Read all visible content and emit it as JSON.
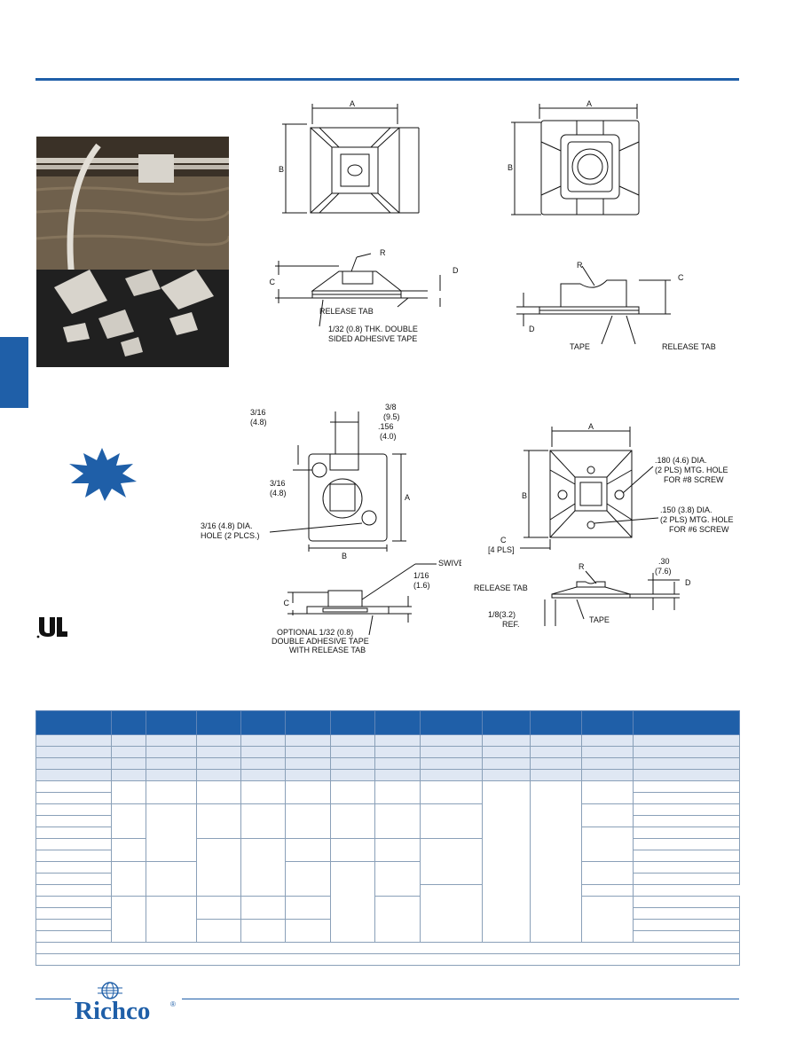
{
  "colors": {
    "accent": "#1f5fa8",
    "band": "#dfe7f3",
    "ink": "#111111"
  },
  "drawings": {
    "top_left": {
      "dim_a": "A",
      "dim_b": "B",
      "dim_c": "C",
      "dim_d": "D",
      "dim_r": "R",
      "release_tab": "RELEASE TAB",
      "tape_line1": "1/32 (0.8) THK. DOUBLE",
      "tape_line2": "SIDED ADHESIVE TAPE"
    },
    "top_right": {
      "dim_a": "A",
      "dim_b": "B",
      "dim_c": "C",
      "dim_d": "D",
      "dim_r": "R",
      "tape": "TAPE",
      "release_tab": "RELEASE TAB"
    },
    "bottom_left": {
      "dim_316_a": "3/16",
      "dim_316_a_mm": "(4.8)",
      "dim_38": "3/8",
      "dim_38_mm": "(9.5)",
      "dim_156": ".156",
      "dim_156_mm": "(4.0)",
      "dim_316_b": "3/16",
      "dim_316_b_mm": "(4.8)",
      "hole_line1": "3/16 (4.8) DIA.",
      "hole_line2": "HOLE (2 PLCS.)",
      "dim_a": "A",
      "dim_b": "B",
      "dim_c": "C",
      "swivel": "SWIVEL",
      "dim_116": "1/16",
      "dim_116_mm": "(1.6)",
      "opt_line1": "OPTIONAL 1/32 (0.8)",
      "opt_line2": "DOUBLE ADHESIVE TAPE",
      "opt_line3": "WITH RELEASE TAB"
    },
    "bottom_right": {
      "dim_a": "A",
      "dim_b": "B",
      "dim_c": "C",
      "dim_c_note": "[4 PLS]",
      "hole8_line1": ".180 (4.6) DIA.",
      "hole8_line2": "(2 PLS) MTG. HOLE",
      "hole8_line3": "FOR #8 SCREW",
      "hole6_line1": ".150 (3.8) DIA.",
      "hole6_line2": "(2 PLS) MTG. HOLE",
      "hole6_line3": "FOR #6 SCREW",
      "dim_r": "R",
      "dim_30": ".30",
      "dim_30_mm": "(7.6)",
      "dim_d": "D",
      "release_tab": "RELEASE TAB",
      "tape": "TAPE",
      "dim_18": "1/8(3.2)",
      "dim_18_ref": "REF."
    }
  },
  "logo": {
    "name": "Richco",
    "mark": "®"
  }
}
